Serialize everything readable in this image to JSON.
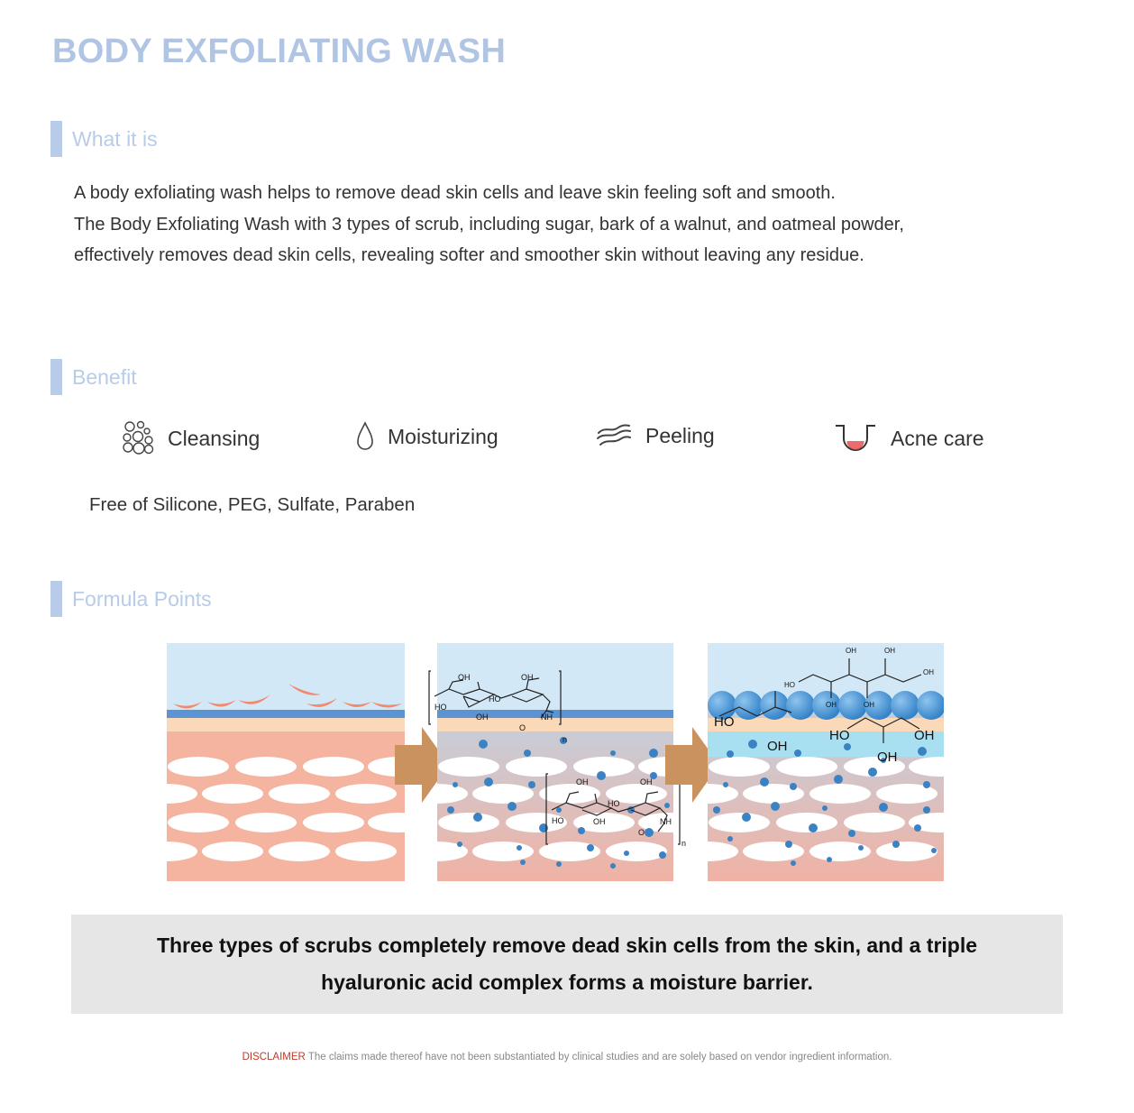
{
  "title": "BODY EXFOLIATING WASH",
  "sections": {
    "what_it_is": {
      "label": "What it is",
      "lines": [
        "A body exfoliating wash helps to remove dead skin cells and leave skin feeling soft and smooth.",
        "The Body Exfoliating Wash with 3 types of scrub, including sugar, bark of a walnut, and oatmeal powder,",
        "effectively removes dead skin cells, revealing softer and smoother skin without leaving any residue."
      ]
    },
    "benefit": {
      "label": "Benefit",
      "items": [
        {
          "label": "Cleansing",
          "icon": "bubbles-icon"
        },
        {
          "label": "Moisturizing",
          "icon": "water-drop-icon"
        },
        {
          "label": "Peeling",
          "icon": "peel-waves-icon"
        },
        {
          "label": "Acne care",
          "icon": "acne-pore-icon"
        }
      ],
      "free_of": "Free of Silicone, PEG, Sulfate, Paraben"
    },
    "formula": {
      "label": "Formula Points",
      "molecule_labels": {
        "oh": "OH",
        "ho": "HO",
        "nh": "NH",
        "o": "O",
        "n": "n"
      }
    }
  },
  "summary": "Three types of scrubs completely remove dead skin cells from the skin, and a triple hyaluronic acid complex forms a moisture barrier.",
  "disclaimer": {
    "label": "DISCLAIMER",
    "text": " The claims made thereof have not been substantiated by clinical studies and are solely based on vendor ingredient information."
  },
  "colors": {
    "title": "#b0c4e4",
    "section_bar": "#b8cbe8",
    "sky": "#d3e8f6",
    "skin": "#f5b4a0",
    "arrow": "#c9925f",
    "droplet": "#3b82c4",
    "sphere": "#4a90d0"
  }
}
